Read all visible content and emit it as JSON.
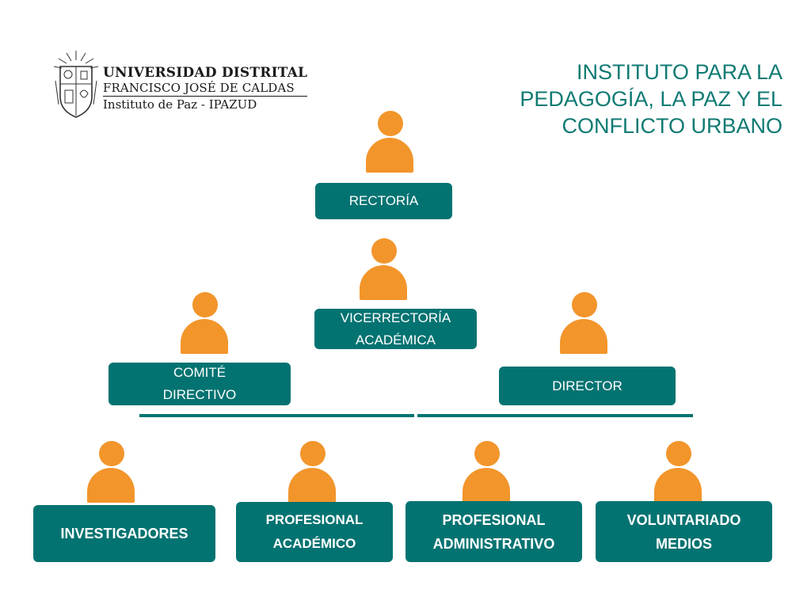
{
  "logo": {
    "line1": "UNIVERSIDAD DISTRITAL",
    "line2": "FRANCISCO JOSÉ DE CALDAS",
    "line3": "Instituto de Paz - IPAZUD"
  },
  "title": {
    "lines": [
      "INSTITUTO PARA LA",
      "PEDAGOGÍA, LA PAZ Y EL",
      "CONFLICTO URBANO"
    ]
  },
  "nodes": {
    "rectoria": "RECTORÍA",
    "vicerrectoria": [
      "VICERRECTORÍA",
      "ACADÉMICA"
    ],
    "comite": [
      "COMITÉ",
      "DIRECTIVO"
    ],
    "director": "DIRECTOR",
    "investigadores": "INVESTIGADORES",
    "profesional_academico": [
      "PROFESIONAL",
      "ACADÉMICO"
    ],
    "profesional_administrativo": [
      "PROFESIONAL",
      "ADMINISTRATIVO"
    ],
    "voluntariado": [
      "VOLUNTARIADO",
      "MEDIOS"
    ]
  },
  "colors": {
    "teal": "#037371",
    "orange": "#f2952b",
    "title": "#0f7a73"
  },
  "icons": [
    "university-seal-icon",
    "person-icon"
  ]
}
